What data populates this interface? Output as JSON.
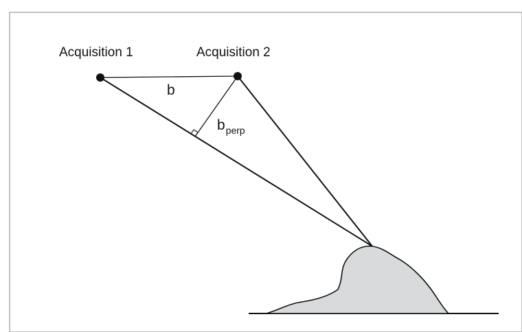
{
  "labels": {
    "acquisition_1": "Acquisition 1",
    "acquisition_2": "Acquisition 2",
    "baseline": "b",
    "bperp_main": "b",
    "bperp_sub": "perp"
  },
  "colors": {
    "stroke": "#111111",
    "terrain_fill": "#d9dadc",
    "frame": "#9a9a9a",
    "background": "#ffffff"
  }
}
